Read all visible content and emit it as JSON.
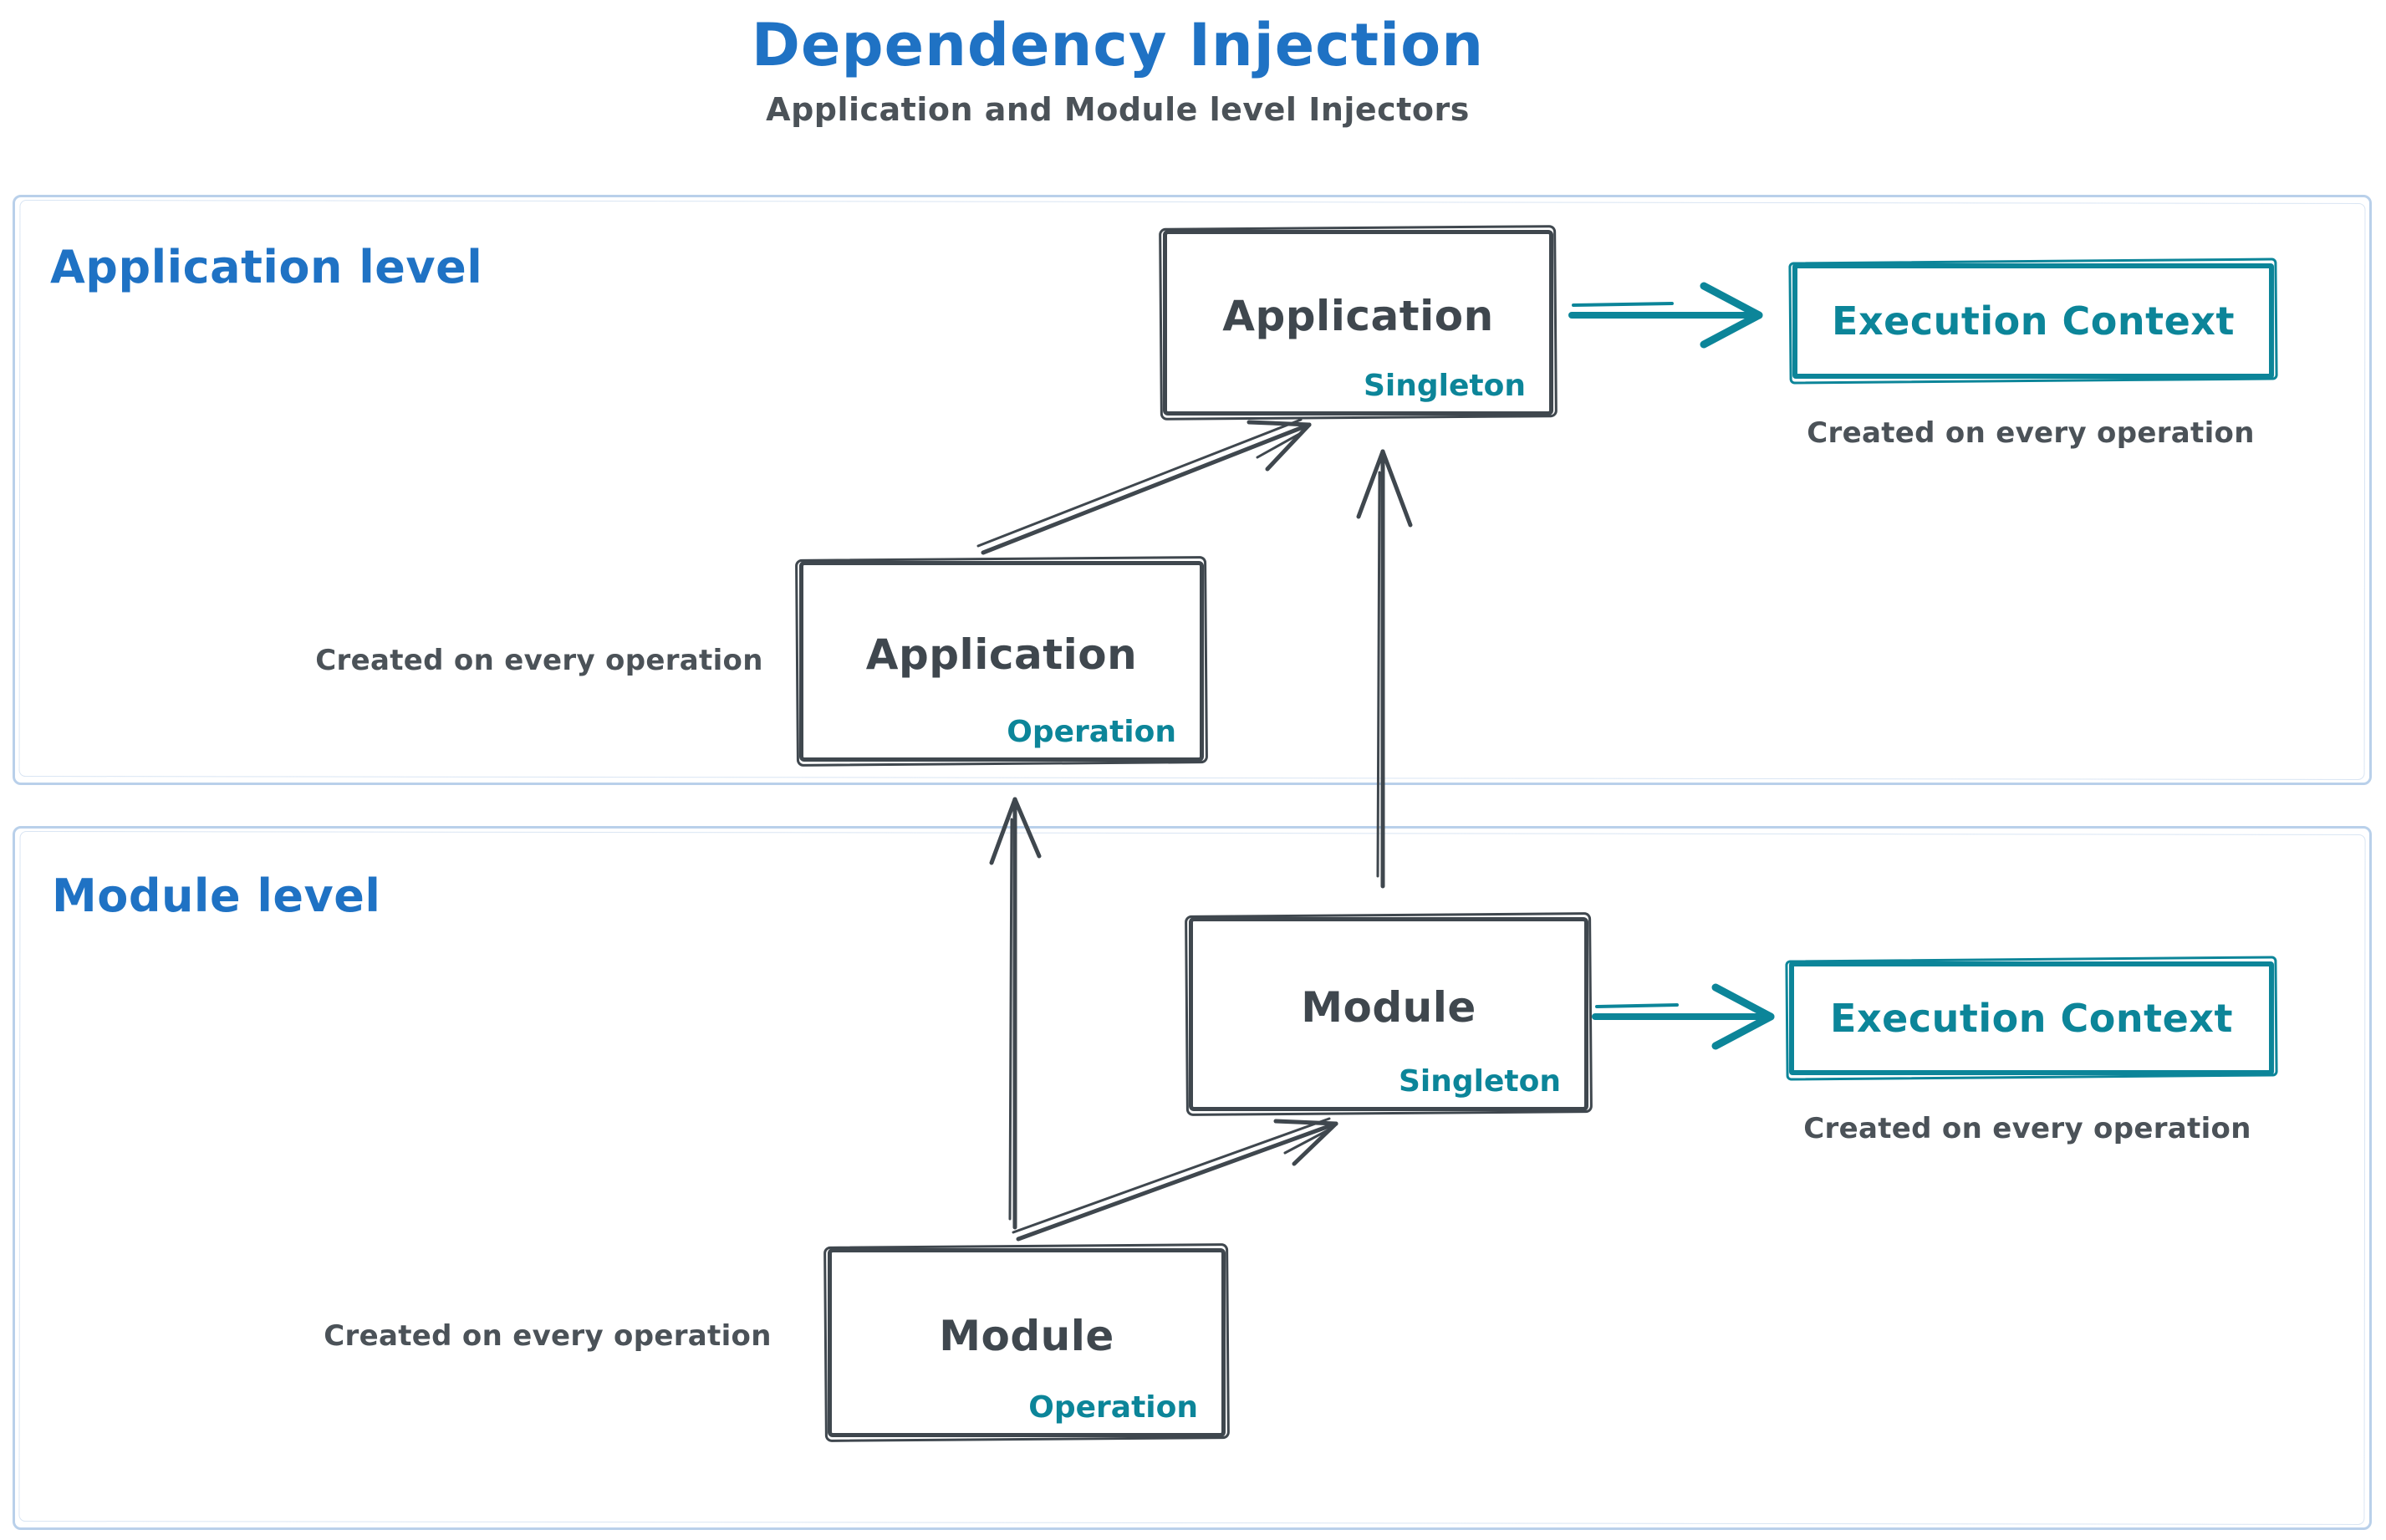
{
  "title": "Dependency Injection",
  "subtitle": "Application and Module level Injectors",
  "colors": {
    "accent_blue": "#1f72c4",
    "ink_dark": "#3f474e",
    "ink_soft": "#4b5258",
    "teal": "#0c8599",
    "section_border": "#b9d0ea"
  },
  "sections": {
    "application": {
      "label": "Application level",
      "singleton_box": {
        "title": "Application",
        "badge": "Singleton"
      },
      "operation_box": {
        "title": "Application",
        "badge": "Operation"
      },
      "operation_note": "Created on every operation",
      "execution_context": {
        "label": "Execution Context",
        "note": "Created on every operation"
      }
    },
    "module": {
      "label": "Module level",
      "singleton_box": {
        "title": "Module",
        "badge": "Singleton"
      },
      "operation_box": {
        "title": "Module",
        "badge": "Operation"
      },
      "operation_note": "Created on every operation",
      "execution_context": {
        "label": "Execution Context",
        "note": "Created on every operation"
      }
    }
  },
  "arrows": [
    {
      "from": "application-operation",
      "to": "application-singleton",
      "color": "ink"
    },
    {
      "from": "module-singleton",
      "to": "application-singleton",
      "color": "ink"
    },
    {
      "from": "module-operation",
      "to": "application-operation",
      "color": "ink"
    },
    {
      "from": "module-operation",
      "to": "module-singleton",
      "color": "ink"
    },
    {
      "from": "application-singleton",
      "to": "execution-context-application",
      "color": "teal"
    },
    {
      "from": "module-singleton",
      "to": "execution-context-module",
      "color": "teal"
    }
  ]
}
